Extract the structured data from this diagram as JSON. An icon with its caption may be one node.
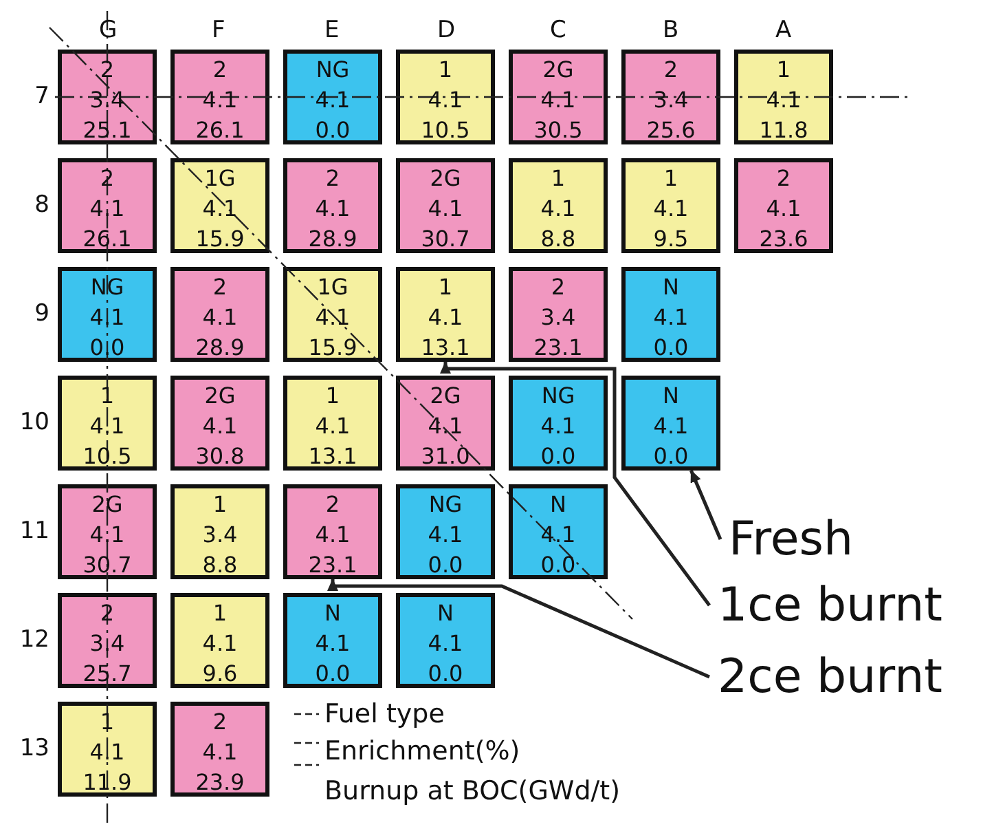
{
  "diagram": {
    "nodes": [
      {
        "text": [
          "2",
          "3.4",
          "25.1"
        ]
      },
      {
        "text": [
          "2",
          "4.1",
          "26.1"
        ]
      },
      {
        "text": [
          "NG",
          "4.1",
          "0.0"
        ]
      },
      {
        "text": [
          "1",
          "4.1",
          "10.5"
        ]
      },
      {
        "text": [
          "2G",
          "4.1",
          "30.5"
        ]
      },
      {
        "text": [
          "2",
          "3.4",
          "25.6"
        ]
      },
      {
        "text": [
          "1",
          "4.1",
          "11.8"
        ]
      },
      {
        "text": [
          "2",
          "4.1",
          "26.1"
        ]
      },
      {
        "text": [
          "1G",
          "4.1",
          "15.9"
        ]
      },
      {
        "text": [
          "2",
          "4.1",
          "28.9"
        ]
      },
      {
        "text": [
          "2G",
          "4.1",
          "30.7"
        ]
      },
      {
        "text": [
          "1",
          "4.1",
          "8.8"
        ]
      },
      {
        "text": [
          "1",
          "4.1",
          "9.5"
        ]
      },
      {
        "text": [
          "2",
          "4.1",
          "23.6"
        ]
      },
      {
        "text": [
          "NG",
          "4.1",
          "0.0"
        ]
      },
      {
        "text": [
          "2",
          "4.1",
          "28.9"
        ]
      },
      {
        "text": [
          "1G",
          "4.1",
          "15.9"
        ]
      },
      {
        "text": [
          "1",
          "4.1",
          "13.1"
        ]
      },
      {
        "text": [
          "2",
          "3.4",
          "23.1"
        ]
      },
      {
        "text": [
          "N",
          "4.1",
          "0.0"
        ]
      },
      {
        "text": [
          "1",
          "4.1",
          "10.5"
        ]
      },
      {
        "text": [
          "2G",
          "4.1",
          "30.8"
        ]
      },
      {
        "text": [
          "1",
          "4.1",
          "13.1"
        ]
      },
      {
        "text": [
          "2G",
          "4.1",
          "31.0"
        ]
      },
      {
        "text": [
          "NG",
          "4.1",
          "0.0"
        ]
      },
      {
        "text": [
          "N",
          "4.1",
          "0.0"
        ]
      },
      {
        "text": [
          "2G",
          "4.1",
          "30.7"
        ]
      },
      {
        "text": [
          "1",
          "3.4",
          "8.8"
        ]
      },
      {
        "text": [
          "2",
          "4.1",
          "23.1"
        ]
      },
      {
        "text": [
          "NG",
          "4.1",
          "0.0"
        ]
      },
      {
        "text": [
          "N",
          "4.1",
          "0.0"
        ]
      },
      {
        "text": [
          "2",
          "3.4",
          "25.7"
        ]
      },
      {
        "text": [
          "1",
          "4.1",
          "9.6"
        ]
      },
      {
        "text": [
          "N",
          "4.1",
          "0.0"
        ]
      },
      {
        "text": [
          "N",
          "4.1",
          "0.0"
        ]
      },
      {
        "text": [
          "1",
          "4.1",
          "11.9"
        ]
      },
      {
        "text": [
          "2",
          "4.1",
          "23.9"
        ]
      },
      {
        "text": [
          "Fresh"
        ]
      },
      {
        "text": [
          "1ce burnt"
        ]
      },
      {
        "text": [
          "2ce burnt"
        ]
      }
    ],
    "edges": [
      {
        "from": 37,
        "to": 25,
        "arrow": "to"
      },
      {
        "from": 38,
        "to": 17,
        "arrow": "to"
      },
      {
        "from": 39,
        "to": 28,
        "arrow": "to"
      }
    ],
    "labels": [
      "G",
      "F",
      "E",
      "D",
      "C",
      "B",
      "A",
      "7",
      "8",
      "9",
      "10",
      "11",
      "12",
      "13",
      "Fuel type",
      "Enrichment(%)",
      "Burnup at BOC(GWd/t)"
    ]
  }
}
